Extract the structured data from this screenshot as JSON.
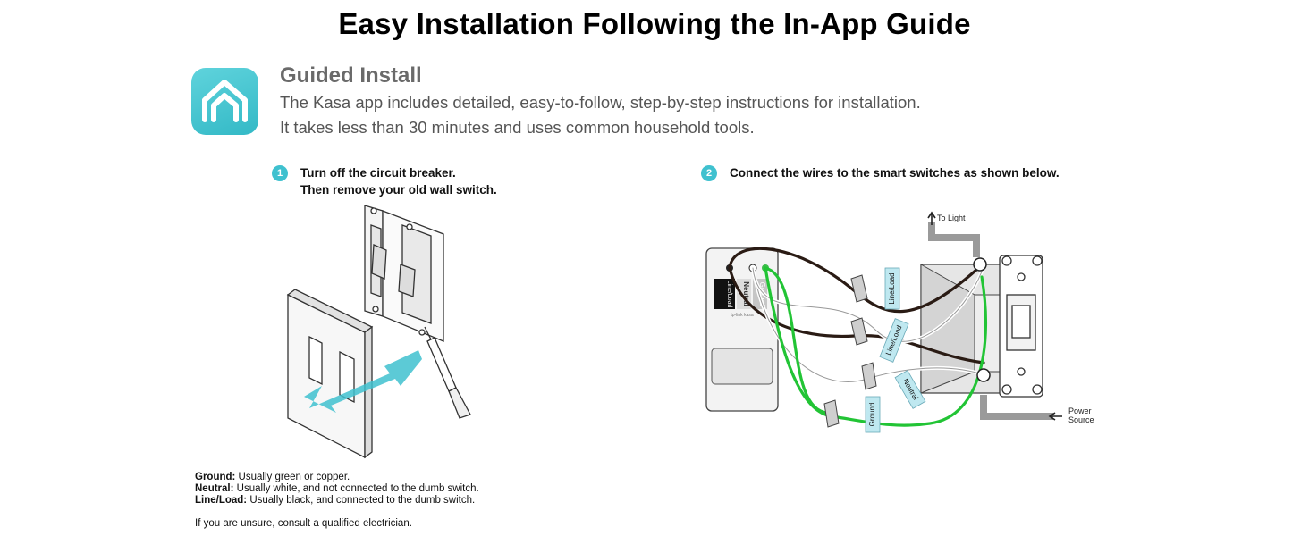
{
  "title": "Easy Installation Following the In-App Guide",
  "guided": {
    "title": "Guided Install",
    "line1": "The Kasa app includes detailed, easy-to-follow, step-by-step instructions for installation.",
    "line2": "It takes less than 30 minutes and uses common household tools."
  },
  "step1": {
    "num": "1",
    "line1": "Turn off the circuit breaker.",
    "line2": "Then remove your old wall switch."
  },
  "step2": {
    "num": "2",
    "line1": "Connect the wires to the smart switches as shown below."
  },
  "diagram": {
    "to_light": "To Light",
    "power_source_1": "Power",
    "power_source_2": "Source",
    "tag_lineload_1": "Line/Load",
    "tag_lineload_2": "Line/Load",
    "tag_neutral": "Neutral",
    "tag_ground": "Ground",
    "device_lineload": "Line/Load",
    "device_neutral": "Neutral",
    "device_ground": "Ground",
    "device_brand": "tp-link  kasa"
  },
  "notes": {
    "ground_label": "Ground:",
    "ground_text": " Usually green or copper.",
    "neutral_label": "Neutral:",
    "neutral_text": " Usually white, and not connected to the dumb switch.",
    "lineload_label": "Line/Load:",
    "lineload_text": " Usually black, and connected to the dumb switch.",
    "unsure": "If you are unsure, consult a qualified electrician."
  },
  "colors": {
    "accent": "#3fc1cf",
    "ground_wire": "#22c435",
    "tag": "#bfe8f0"
  }
}
